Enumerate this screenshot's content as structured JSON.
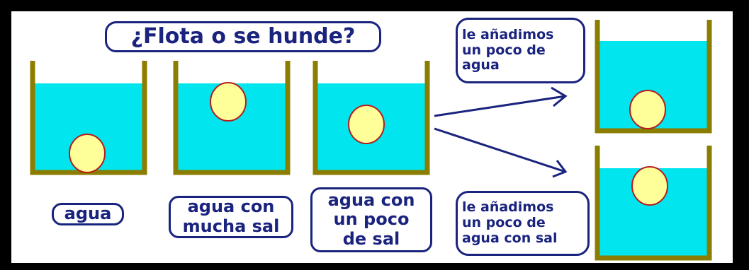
{
  "title": "¿Flota o se hunde?",
  "labels": {
    "agua": "agua",
    "mucha_sal": "agua con\nmucha sal",
    "poco_sal": "agua con\nun poco\nde sal"
  },
  "notes": {
    "top": "le añadimos\nun poco de\nagua",
    "bottom": "le añadimos\nun poco de\nagua con sal"
  },
  "colors": {
    "water": "#00e5ee",
    "beaker": "#8b7d00",
    "egg_fill": "#ffff99",
    "egg_stroke": "#b71c1c",
    "arrow": "#1a237e",
    "text": "#1a237e"
  }
}
